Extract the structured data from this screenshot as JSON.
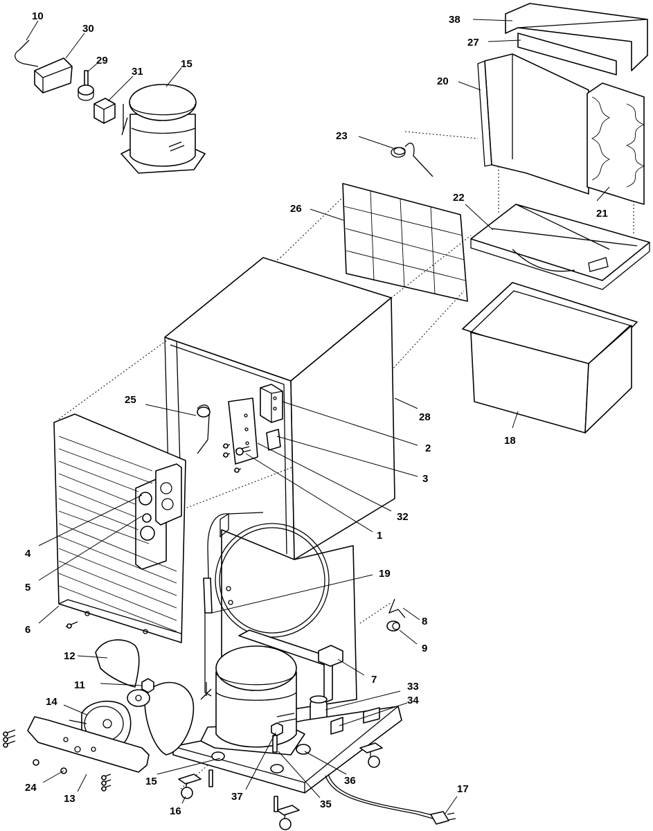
{
  "labels": {
    "l10": "10",
    "l30": "30",
    "l29": "29",
    "l31": "31",
    "l15a": "15",
    "l38": "38",
    "l27": "27",
    "l20": "20",
    "l23": "23",
    "l26": "26",
    "l22": "22",
    "l21": "21",
    "l25": "25",
    "l28": "28",
    "l18": "18",
    "l2": "2",
    "l3": "3",
    "l32": "32",
    "l1": "1",
    "l4": "4",
    "l5": "5",
    "l6": "6",
    "l19": "19",
    "l8": "8",
    "l9": "9",
    "l12": "12",
    "l11": "11",
    "l7": "7",
    "l33": "33",
    "l34": "34",
    "l14": "14",
    "l36": "36",
    "l24": "24",
    "l13": "13",
    "l15b": "15",
    "l37": "37",
    "l35": "35",
    "l16": "16",
    "l17": "17"
  }
}
